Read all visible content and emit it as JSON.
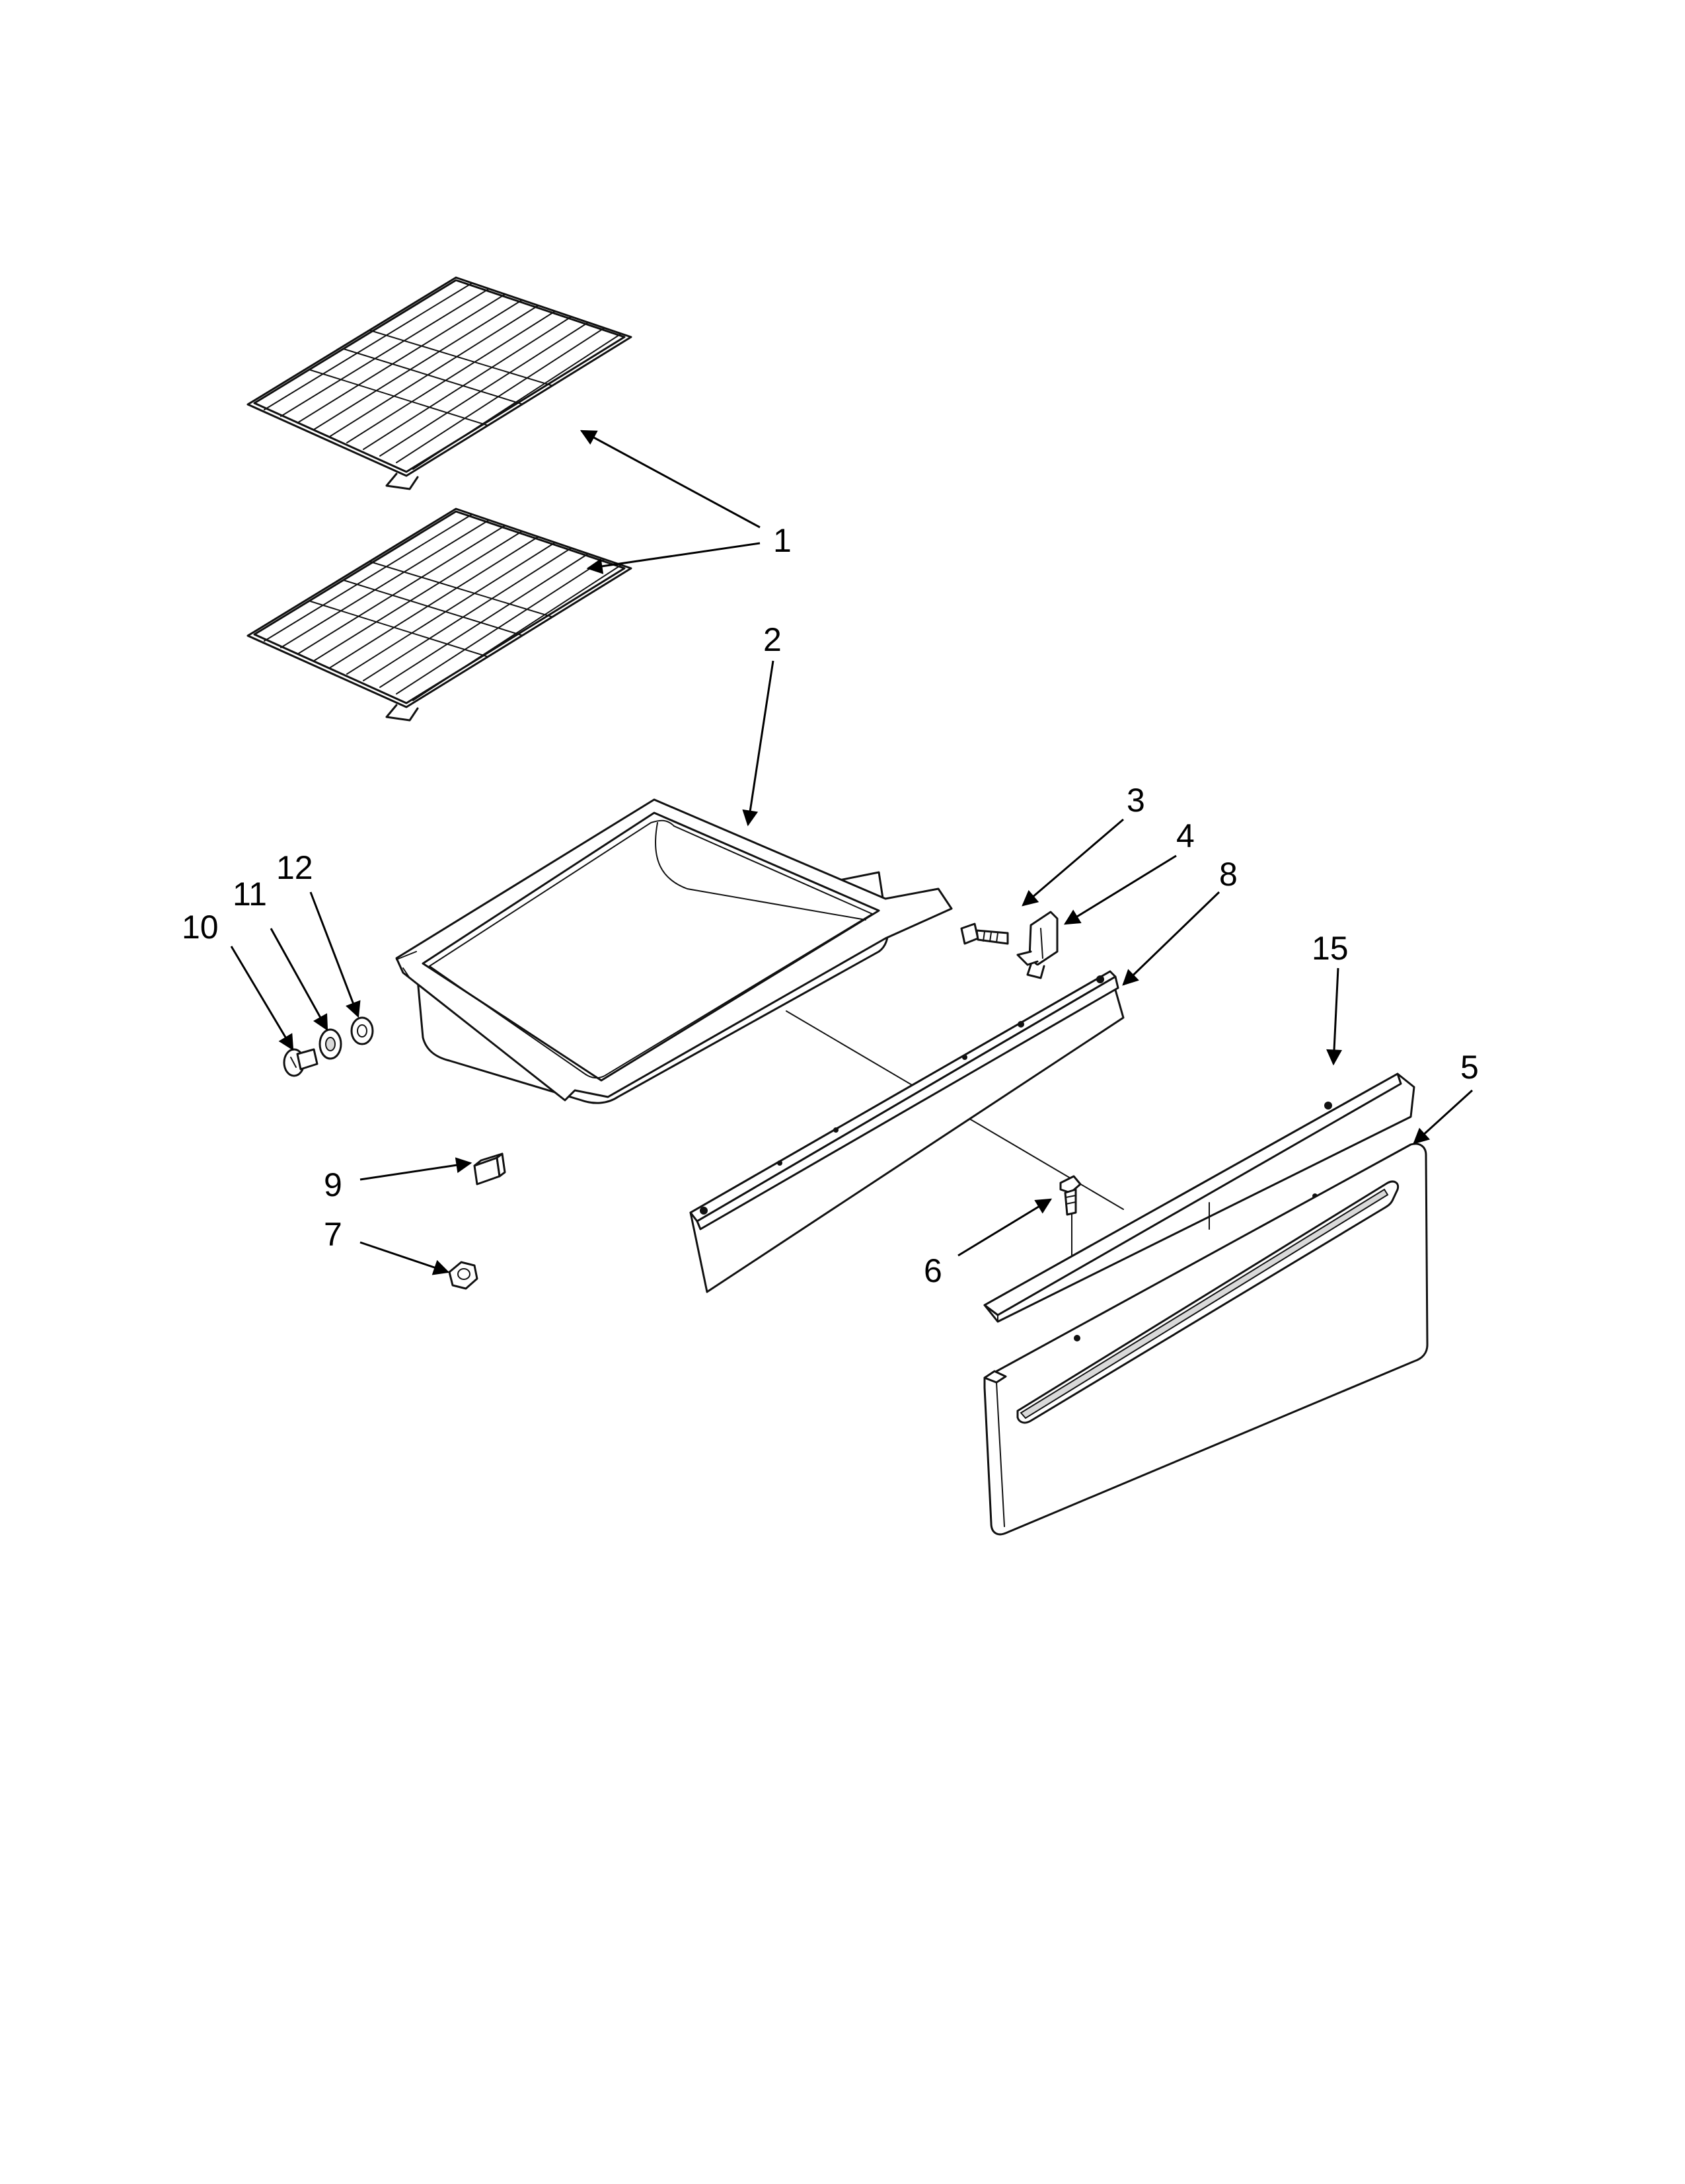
{
  "callouts": [
    {
      "id": "1",
      "label": "1"
    },
    {
      "id": "2",
      "label": "2"
    },
    {
      "id": "3",
      "label": "3"
    },
    {
      "id": "4",
      "label": "4"
    },
    {
      "id": "5",
      "label": "5"
    },
    {
      "id": "6",
      "label": "6"
    },
    {
      "id": "7",
      "label": "7"
    },
    {
      "id": "8",
      "label": "8"
    },
    {
      "id": "9",
      "label": "9"
    },
    {
      "id": "10",
      "label": "10"
    },
    {
      "id": "11",
      "label": "11"
    },
    {
      "id": "12",
      "label": "12"
    },
    {
      "id": "15",
      "label": "15"
    }
  ],
  "parts": {
    "oven_rack": "oven-rack",
    "drawer_pan": "drawer-pan",
    "screw": "screw",
    "clip": "clip",
    "drawer_front_panel": "drawer-front-panel",
    "screw_front": "screw",
    "nut": "nut",
    "slide_rail": "slide-rail",
    "bumper": "bumper",
    "shoulder_screw": "shoulder-screw",
    "washer": "washer",
    "roller": "roller",
    "front_bracket": "front-bracket"
  }
}
